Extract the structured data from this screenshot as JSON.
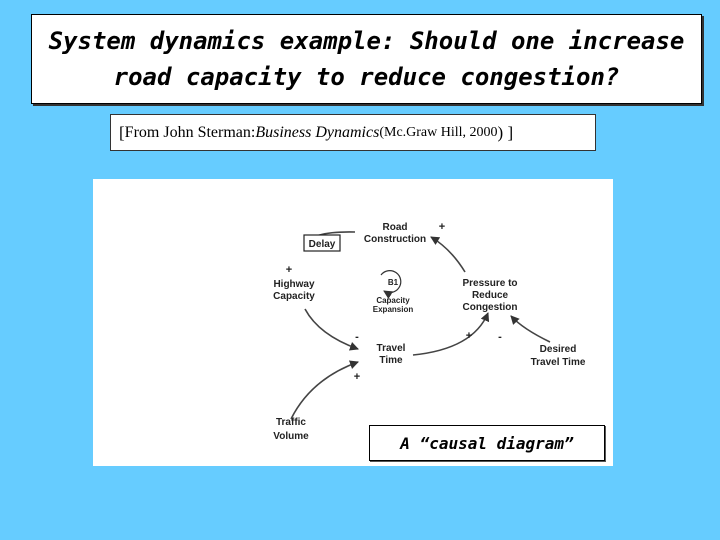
{
  "slide": {
    "title_line1": "System dynamics example: Should one increase",
    "title_line2": "road capacity to reduce congestion?",
    "source": {
      "open_bracket": "[",
      "prefix": "From John Sterman: ",
      "book": "Business Dynamics",
      "publisher": " (Mc.Graw Hill, 2000",
      "close_bracket": ") ]"
    },
    "caption": "A “causal diagram”"
  },
  "diagram": {
    "nodes": {
      "road_construction_1": "Road",
      "road_construction_2": "Construction",
      "pressure_1": "Pressure to",
      "pressure_2": "Reduce",
      "pressure_3": "Congestion",
      "highway_1": "Highway",
      "highway_2": "Capacity",
      "travel_time_1": "Travel",
      "travel_time_2": "Time",
      "desired_1": "Desired",
      "desired_2": "Travel Time",
      "traffic_1": "Traffic",
      "traffic_2": "Volume",
      "delay": "Delay"
    },
    "loop": {
      "id": "B1",
      "label_1": "Capacity",
      "label_2": "Expansion"
    },
    "polarities": {
      "road_plus": "+",
      "highway_plus": "+",
      "pressure_plus": "+",
      "pressure_minus": "-",
      "travel_minus": "-",
      "travel_plus": "+"
    }
  }
}
